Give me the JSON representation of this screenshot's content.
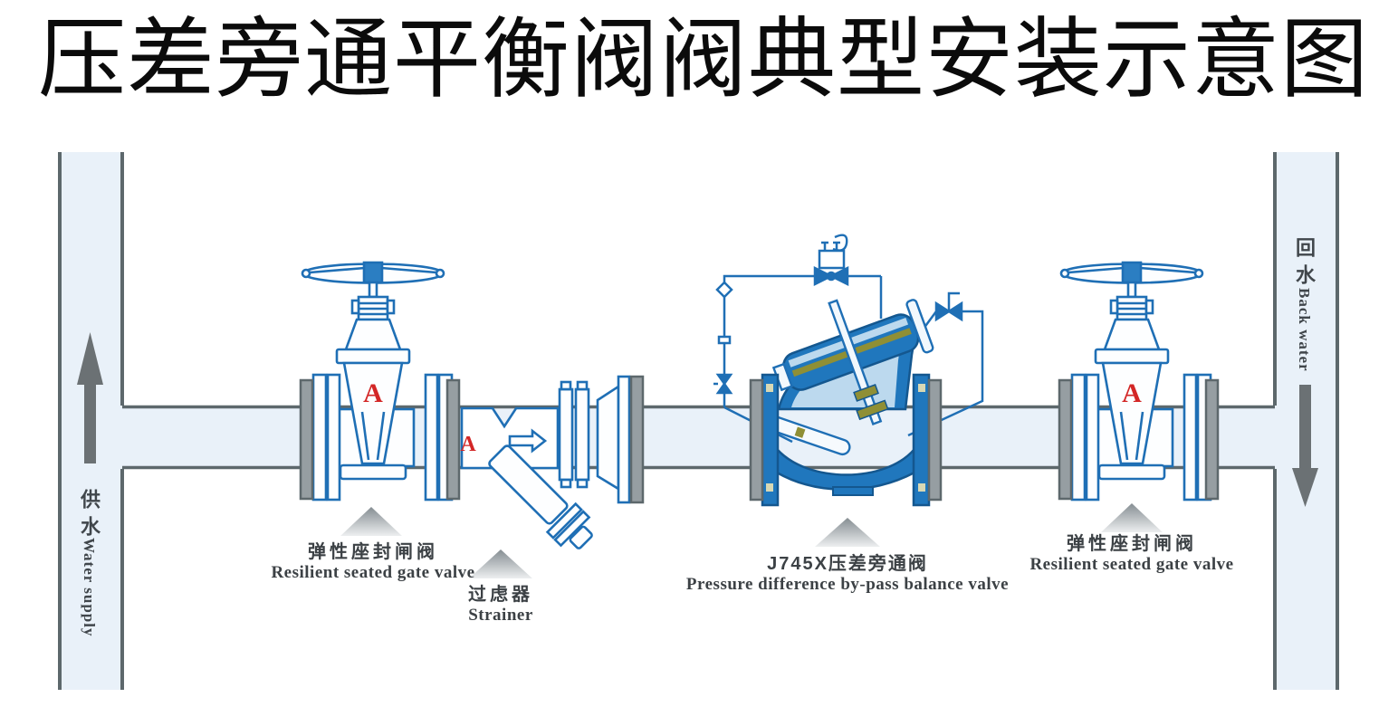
{
  "title": "压差旁通平衡阀阀典型安装示意图",
  "pipes": {
    "supply": {
      "cn": "供水",
      "en": "Water supply",
      "direction": "up"
    },
    "return": {
      "cn": "回水",
      "en": "Back water",
      "direction": "down"
    }
  },
  "components": {
    "gate_left": {
      "cn": "弹性座封闸阀",
      "en": "Resilient seated gate valve"
    },
    "strainer": {
      "cn": "过虑器",
      "en": "Strainer"
    },
    "bypass": {
      "cn": "J745X压差旁通阀",
      "en": "Pressure difference by-pass balance valve"
    },
    "gate_right": {
      "cn": "弹性座封闸阀",
      "en": "Resilient seated gate valve"
    }
  },
  "logo": {
    "letter": "A",
    "color": "#d32626"
  },
  "palette": {
    "line_blue": "#1f6fb5",
    "deep_blue": "#14578f",
    "body_blue": "#2077bd",
    "light_blue": "#bcd9ee",
    "pipe_fill": "#e9f1f9",
    "pipe_border": "#5d686c",
    "arrow_gray": "#6b7174",
    "flange_gray": "#969ea2",
    "olive": "#8f8f35",
    "label_gray": "#3c4145",
    "title_black": "#0b0b0b"
  }
}
